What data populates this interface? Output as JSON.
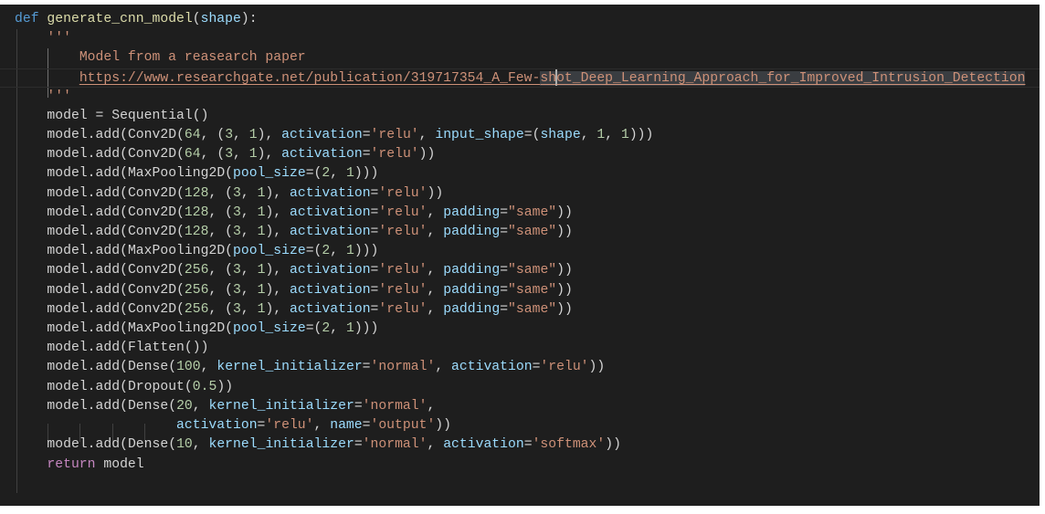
{
  "editor": {
    "theme_colors": {
      "background": "#1e1e1e",
      "keyword": "#569cd6",
      "control_keyword": "#c586c0",
      "function": "#dcdcaa",
      "parameter": "#9cdcfe",
      "number": "#b5cea8",
      "string": "#ce9178",
      "default": "#d4d4d4"
    },
    "lines": [
      "def generate_cnn_model(shape):",
      "    '''",
      "        Model from a reasearch paper",
      "        https://www.researchgate.net/publication/319717354_A_Few-shot_Deep_Learning_Approach_for_Improved_Intrusion_Detection",
      "    '''",
      "    model = Sequential()",
      "    model.add(Conv2D(64, (3, 1), activation='relu', input_shape=(shape, 1, 1)))",
      "    model.add(Conv2D(64, (3, 1), activation='relu'))",
      "    model.add(MaxPooling2D(pool_size=(2, 1)))",
      "    model.add(Conv2D(128, (3, 1), activation='relu'))",
      "    model.add(Conv2D(128, (3, 1), activation='relu', padding=\"same\"))",
      "    model.add(Conv2D(128, (3, 1), activation='relu', padding=\"same\"))",
      "    model.add(MaxPooling2D(pool_size=(2, 1)))",
      "    model.add(Conv2D(256, (3, 1), activation='relu', padding=\"same\"))",
      "    model.add(Conv2D(256, (3, 1), activation='relu', padding=\"same\"))",
      "    model.add(Conv2D(256, (3, 1), activation='relu', padding=\"same\"))",
      "    model.add(MaxPooling2D(pool_size=(2, 1)))",
      "    model.add(Flatten())",
      "    model.add(Dense(100, kernel_initializer='normal', activation='relu'))",
      "    model.add(Dropout(0.5))",
      "    model.add(Dense(20, kernel_initializer='normal',",
      "                    activation='relu', name='output'))",
      "    model.add(Dense(10, kernel_initializer='normal', activation='softmax'))",
      "    return model"
    ],
    "cursor": {
      "line": 4,
      "after_text": "https://www.researchgate.net/publication/319717354_A_Few-sh"
    },
    "selection": {
      "line": 4,
      "text": "shot_Deep_Learning_Approach_for_Improved_Intrusion_Detection"
    },
    "tokens": {
      "def": "def",
      "func_name": "generate_cnn_model",
      "param_shape": "shape",
      "docq": "'''",
      "doc_line1": "Model from a reasearch paper",
      "url_pre": "https://www.researchgate.net/publication/319717354_A_Few-",
      "url_sel_a": "sh",
      "url_sel_b": "ot_Deep_Learning_Approach_for_Improved_Intrusion_Detection",
      "model": "model",
      "sequential": "Sequential",
      "add": "add",
      "conv2d": "Conv2D",
      "maxpool": "MaxPooling2D",
      "flatten": "Flatten",
      "dense": "Dense",
      "dropout": "Dropout",
      "activation": "activation",
      "input_shape": "input_shape",
      "pool_size": "pool_size",
      "padding": "padding",
      "kernel_initializer": "kernel_initializer",
      "name_kw": "name",
      "relu": "'relu'",
      "same": "\"same\"",
      "normal": "'normal'",
      "output": "'output'",
      "softmax": "'softmax'",
      "n64": "64",
      "n128": "128",
      "n256": "256",
      "n100": "100",
      "n20": "20",
      "n10": "10",
      "n3": "3",
      "n1": "1",
      "n2": "2",
      "n05": "0.5",
      "return": "return"
    }
  }
}
